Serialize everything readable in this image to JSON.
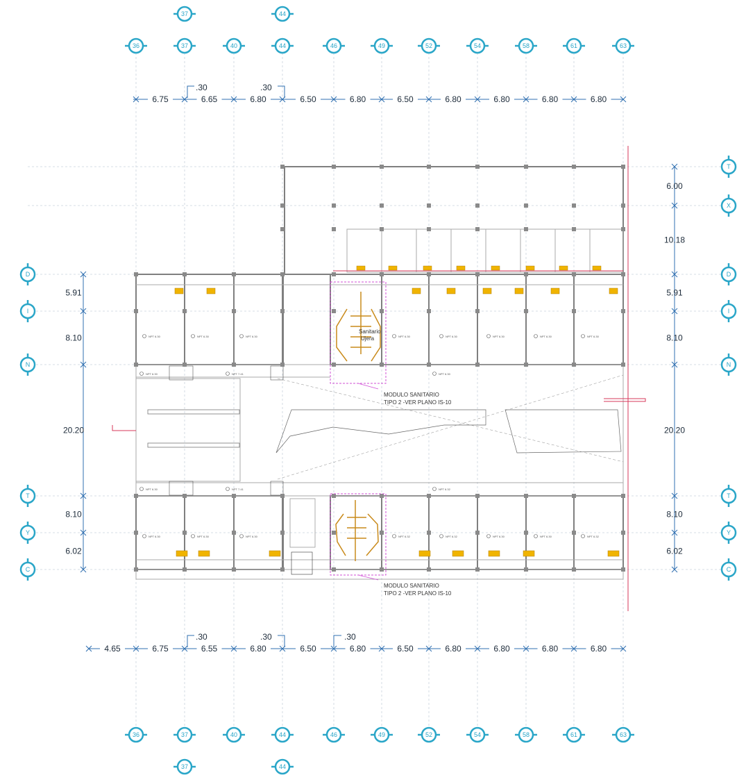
{
  "grid_top_labels": [
    "36",
    "37",
    "40",
    "44",
    "46",
    "49",
    "52",
    "54",
    "58",
    "61",
    "63"
  ],
  "grid_extra_labels": [
    "37",
    "44"
  ],
  "grid_right_labels": [
    "T",
    "X",
    "D",
    "I",
    "N",
    "T",
    "Y",
    "C"
  ],
  "grid_left_labels": [
    "D",
    "I",
    "N",
    "T",
    "Y",
    "C"
  ],
  "top_dims": [
    "6.75",
    "6.65",
    "6.80",
    "6.50",
    "6.80",
    "6.50",
    "6.80",
    "6.80",
    "6.80",
    "6.80"
  ],
  "top_small_dims": [
    ".30",
    ".30"
  ],
  "bottom_dims": [
    "4.65",
    "6.75",
    "6.55",
    "6.80",
    "6.50",
    "6.80",
    "6.50",
    "6.80",
    "6.80",
    "6.80",
    "6.80"
  ],
  "bottom_small_dims": [
    ".30",
    ".30",
    ".30"
  ],
  "left_dims": [
    "5.91",
    "8.10",
    "20.20",
    "8.10",
    "6.02"
  ],
  "right_dims": [
    "6.00",
    "10.18",
    "5.91",
    "8.10",
    "20.20",
    "8.10",
    "6.02"
  ],
  "notes": {
    "module_upper_line1": "MODULO SANITARIO",
    "module_upper_line2": "TIPO 2 -VER PLANO IS-10",
    "module_lower_line1": "MODULO SANITARIO",
    "module_lower_line2": "TIPO 2 -VER PLANO IS-10",
    "stair_label_1": "Sanitario",
    "stair_label_2": "Ujera"
  },
  "room_labels": {
    "upper_left": [
      "NPT 6.30",
      "NPT 6.30",
      "NPT 6.30"
    ],
    "upper_right": [
      "NPT 6.30",
      "NPT 6.30",
      "NPT 6.30",
      "NPT 6.30",
      "NPT 6.30"
    ],
    "corridor_upper": [
      "NPT 6.30",
      "NPT 7.41",
      "NPT 6.30"
    ],
    "corridor_lower": [
      "NPT 6.30",
      "NPT 7.41",
      "NPT 6.32"
    ],
    "lower_left": [
      "NPT 6.30",
      "NPT 6.30",
      "NPT 6.30"
    ],
    "lower_right": [
      "NPT 6.32",
      "NPT 6.32",
      "NPT 6.30",
      "NPT 6.30",
      "NPT 6.32"
    ]
  },
  "colors": {
    "bubble": "#2aa6c8",
    "dimension": "#2f6fb0",
    "wall": "#7f7f7f",
    "sanitary_module_border": "#d04fd6",
    "pipe": "#c98a1a",
    "fixture": "#f0b400",
    "red_line": "#d7375a"
  }
}
